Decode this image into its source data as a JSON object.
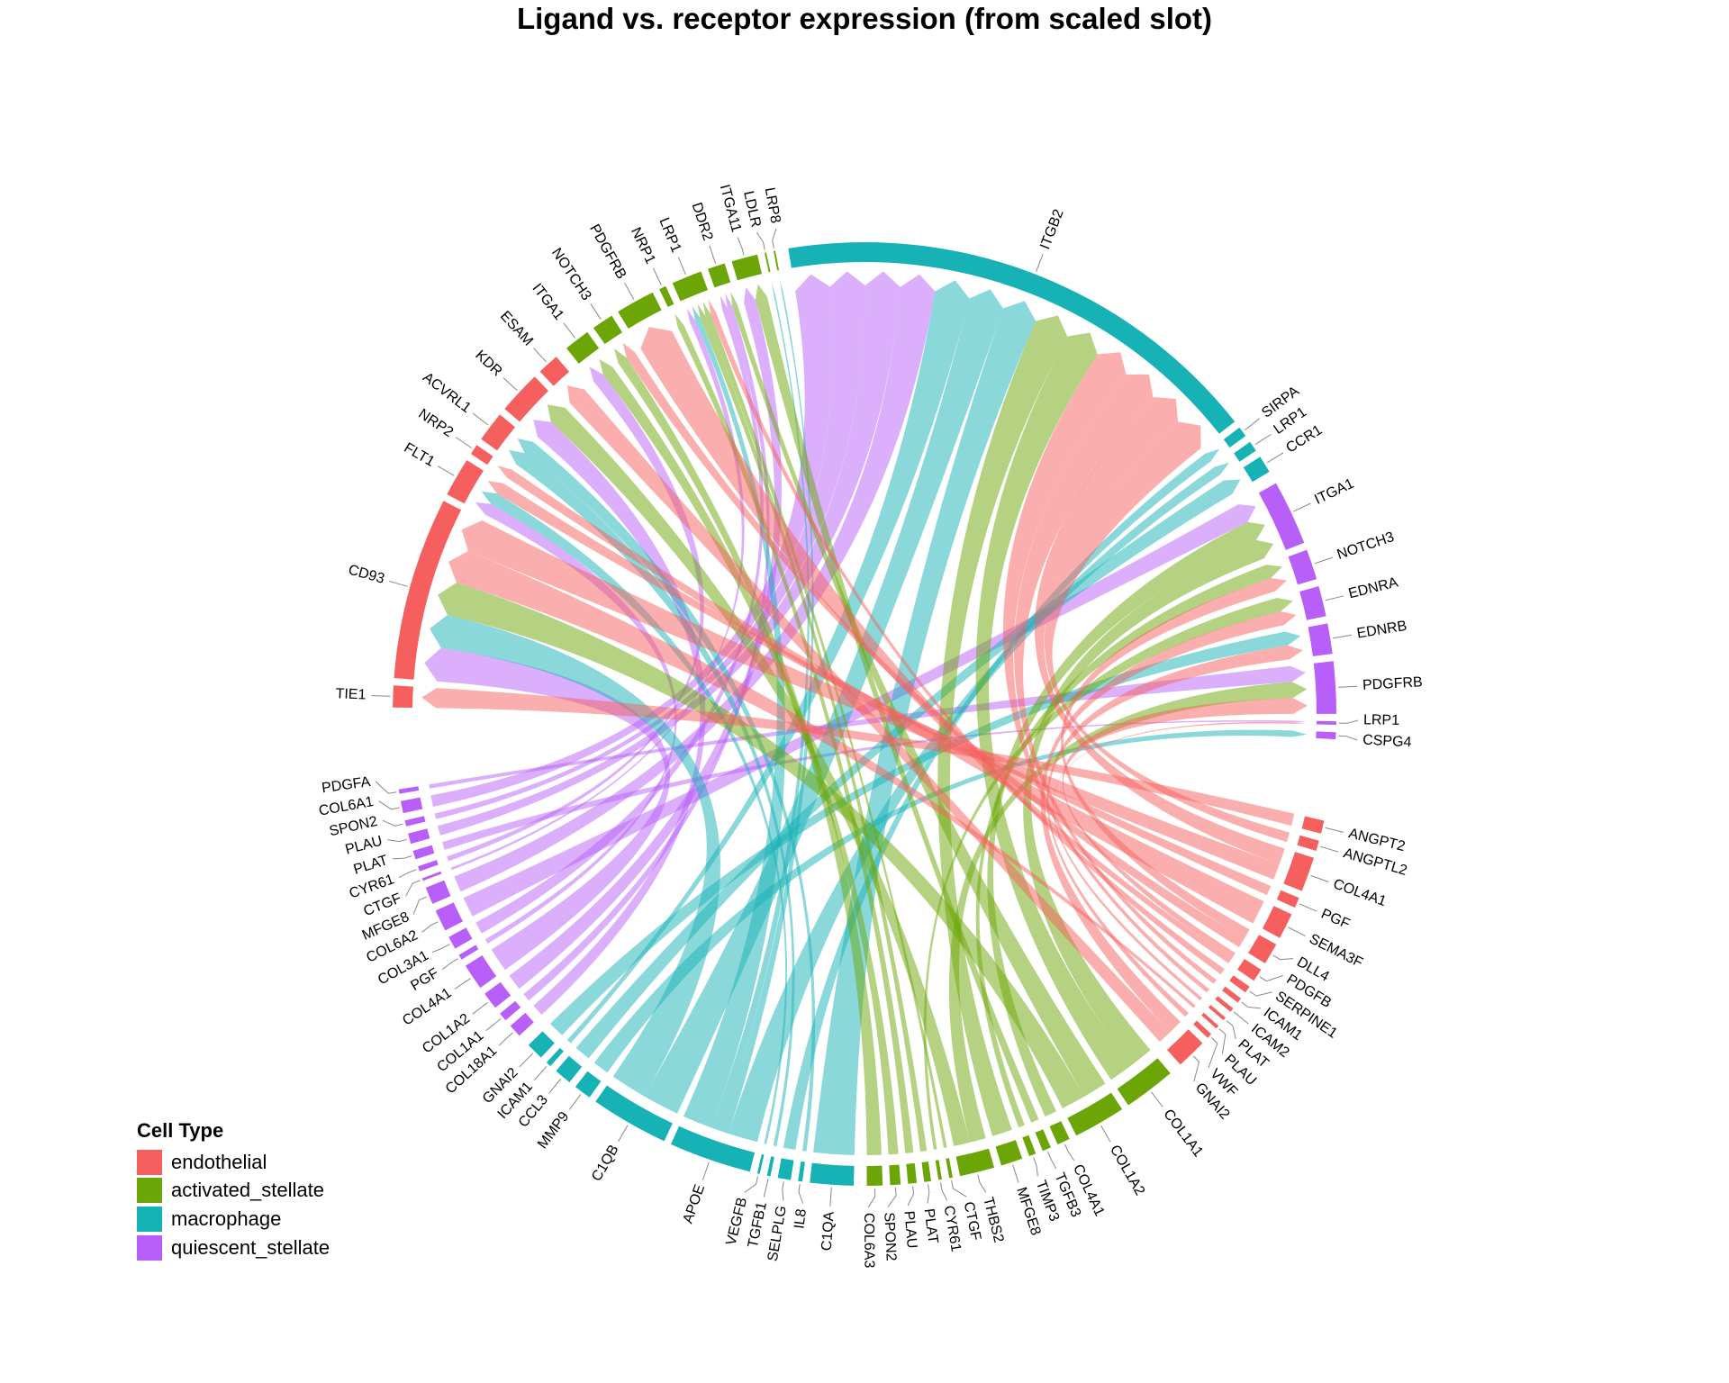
{
  "chart_data": {
    "type": "chord",
    "title": "Ligand vs. receptor expression (from scaled slot)",
    "legend": {
      "title": "Cell Type",
      "placement": "bottom-left",
      "items": [
        {
          "label": "endothelial",
          "color": "#F5605E"
        },
        {
          "label": "activated_stellate",
          "color": "#6BA606"
        },
        {
          "label": "macrophage",
          "color": "#17B2B6"
        },
        {
          "label": "quiescent_stellate",
          "color": "#B85FF9"
        }
      ]
    },
    "sectors": [
      {
        "label": "ITGB2",
        "cell_type": "macrophage",
        "role": "receptor",
        "value": 57
      },
      {
        "label": "SIRPA",
        "cell_type": "macrophage",
        "role": "receptor",
        "value": 1.2
      },
      {
        "label": "LRP1",
        "cell_type": "macrophage",
        "role": "receptor",
        "value": 1.2
      },
      {
        "label": "CCR1",
        "cell_type": "macrophage",
        "role": "receptor",
        "value": 2
      },
      {
        "label": "ITGA1",
        "cell_type": "quiescent_stellate",
        "role": "receptor",
        "value": 7.5
      },
      {
        "label": "NOTCH3",
        "cell_type": "quiescent_stellate",
        "role": "receptor",
        "value": 3.5
      },
      {
        "label": "EDNRA",
        "cell_type": "quiescent_stellate",
        "role": "receptor",
        "value": 3.5
      },
      {
        "label": "EDNRB",
        "cell_type": "quiescent_stellate",
        "role": "receptor",
        "value": 3.5
      },
      {
        "label": "PDGFRB",
        "cell_type": "quiescent_stellate",
        "role": "receptor",
        "value": 6
      },
      {
        "label": "LRP1",
        "cell_type": "quiescent_stellate",
        "role": "receptor",
        "value": 0.4
      },
      {
        "label": "CSPG4",
        "cell_type": "quiescent_stellate",
        "role": "receptor",
        "value": 0.8
      },
      {
        "label": "ANGPT2",
        "cell_type": "endothelial",
        "role": "ligand",
        "value": 1.5
      },
      {
        "label": "ANGPTL2",
        "cell_type": "endothelial",
        "role": "ligand",
        "value": 1.2
      },
      {
        "label": "COL4A1",
        "cell_type": "endothelial",
        "role": "ligand",
        "value": 4
      },
      {
        "label": "PGF",
        "cell_type": "endothelial",
        "role": "ligand",
        "value": 1.2
      },
      {
        "label": "SEMA3F",
        "cell_type": "endothelial",
        "role": "ligand",
        "value": 3
      },
      {
        "label": "DLL4",
        "cell_type": "endothelial",
        "role": "ligand",
        "value": 2.5
      },
      {
        "label": "PDGFB",
        "cell_type": "endothelial",
        "role": "ligand",
        "value": 1.5
      },
      {
        "label": "SERPINE1",
        "cell_type": "endothelial",
        "role": "ligand",
        "value": 0.8
      },
      {
        "label": "ICAM1",
        "cell_type": "endothelial",
        "role": "ligand",
        "value": 0.6
      },
      {
        "label": "ICAM2",
        "cell_type": "endothelial",
        "role": "ligand",
        "value": 0.5
      },
      {
        "label": "PLAT",
        "cell_type": "endothelial",
        "role": "ligand",
        "value": 0.4
      },
      {
        "label": "PLAU",
        "cell_type": "endothelial",
        "role": "ligand",
        "value": 0.4
      },
      {
        "label": "VWF",
        "cell_type": "endothelial",
        "role": "ligand",
        "value": 0.6
      },
      {
        "label": "GNAI2",
        "cell_type": "endothelial",
        "role": "ligand",
        "value": 3.5
      },
      {
        "label": "COL1A1",
        "cell_type": "activated_stellate",
        "role": "ligand",
        "value": 6
      },
      {
        "label": "COL1A2",
        "cell_type": "activated_stellate",
        "role": "ligand",
        "value": 6
      },
      {
        "label": "COL4A1",
        "cell_type": "activated_stellate",
        "role": "ligand",
        "value": 1.5
      },
      {
        "label": "TGFB3",
        "cell_type": "activated_stellate",
        "role": "ligand",
        "value": 1
      },
      {
        "label": "TIMP3",
        "cell_type": "activated_stellate",
        "role": "ligand",
        "value": 0.8
      },
      {
        "label": "MFGE8",
        "cell_type": "activated_stellate",
        "role": "ligand",
        "value": 2.5
      },
      {
        "label": "THBS2",
        "cell_type": "activated_stellate",
        "role": "ligand",
        "value": 4
      },
      {
        "label": "CTGF",
        "cell_type": "activated_stellate",
        "role": "ligand",
        "value": 0.4
      },
      {
        "label": "CYR61",
        "cell_type": "activated_stellate",
        "role": "ligand",
        "value": 0.4
      },
      {
        "label": "PLAT",
        "cell_type": "activated_stellate",
        "role": "ligand",
        "value": 0.8
      },
      {
        "label": "PLAU",
        "cell_type": "activated_stellate",
        "role": "ligand",
        "value": 1
      },
      {
        "label": "SPON2",
        "cell_type": "activated_stellate",
        "role": "ligand",
        "value": 1.2
      },
      {
        "label": "COL6A3",
        "cell_type": "activated_stellate",
        "role": "ligand",
        "value": 1.8
      },
      {
        "label": "C1QA",
        "cell_type": "macrophage",
        "role": "ligand",
        "value": 5
      },
      {
        "label": "IL8",
        "cell_type": "macrophage",
        "role": "ligand",
        "value": 0.5
      },
      {
        "label": "SELPLG",
        "cell_type": "macrophage",
        "role": "ligand",
        "value": 1.5
      },
      {
        "label": "TGFB1",
        "cell_type": "macrophage",
        "role": "ligand",
        "value": 0.4
      },
      {
        "label": "VEGFB",
        "cell_type": "macrophage",
        "role": "ligand",
        "value": 0.3
      },
      {
        "label": "APOE",
        "cell_type": "macrophage",
        "role": "ligand",
        "value": 9.5
      },
      {
        "label": "C1QB",
        "cell_type": "macrophage",
        "role": "ligand",
        "value": 9
      },
      {
        "label": "MMP9",
        "cell_type": "macrophage",
        "role": "ligand",
        "value": 2
      },
      {
        "label": "CCL3",
        "cell_type": "macrophage",
        "role": "ligand",
        "value": 2
      },
      {
        "label": "ICAM1",
        "cell_type": "macrophage",
        "role": "ligand",
        "value": 0.6
      },
      {
        "label": "GNAI2",
        "cell_type": "macrophage",
        "role": "ligand",
        "value": 2
      },
      {
        "label": "COL18A1",
        "cell_type": "quiescent_stellate",
        "role": "ligand",
        "value": 1.5
      },
      {
        "label": "COL1A1",
        "cell_type": "quiescent_stellate",
        "role": "ligand",
        "value": 1
      },
      {
        "label": "COL1A2",
        "cell_type": "quiescent_stellate",
        "role": "ligand",
        "value": 2
      },
      {
        "label": "COL4A1",
        "cell_type": "quiescent_stellate",
        "role": "ligand",
        "value": 3
      },
      {
        "label": "PGF",
        "cell_type": "quiescent_stellate",
        "role": "ligand",
        "value": 0.6
      },
      {
        "label": "COL3A1",
        "cell_type": "quiescent_stellate",
        "role": "ligand",
        "value": 1.5
      },
      {
        "label": "COL6A2",
        "cell_type": "quiescent_stellate",
        "role": "ligand",
        "value": 2.5
      },
      {
        "label": "MFGE8",
        "cell_type": "quiescent_stellate",
        "role": "ligand",
        "value": 2
      },
      {
        "label": "CTGF",
        "cell_type": "quiescent_stellate",
        "role": "ligand",
        "value": 0.3
      },
      {
        "label": "CYR61",
        "cell_type": "quiescent_stellate",
        "role": "ligand",
        "value": 0.6
      },
      {
        "label": "PLAT",
        "cell_type": "quiescent_stellate",
        "role": "ligand",
        "value": 1
      },
      {
        "label": "PLAU",
        "cell_type": "quiescent_stellate",
        "role": "ligand",
        "value": 1.2
      },
      {
        "label": "SPON2",
        "cell_type": "quiescent_stellate",
        "role": "ligand",
        "value": 0.7
      },
      {
        "label": "COL6A1",
        "cell_type": "quiescent_stellate",
        "role": "ligand",
        "value": 1.4
      },
      {
        "label": "PDGFA",
        "cell_type": "quiescent_stellate",
        "role": "ligand",
        "value": 0.5
      },
      {
        "label": "TIE1",
        "cell_type": "endothelial",
        "role": "receptor",
        "value": 2.5
      },
      {
        "label": "CD93",
        "cell_type": "endothelial",
        "role": "receptor",
        "value": 21
      },
      {
        "label": "FLT1",
        "cell_type": "endothelial",
        "role": "receptor",
        "value": 4.5
      },
      {
        "label": "NRP2",
        "cell_type": "endothelial",
        "role": "receptor",
        "value": 1.2
      },
      {
        "label": "ACVRL1",
        "cell_type": "endothelial",
        "role": "receptor",
        "value": 3.5
      },
      {
        "label": "KDR",
        "cell_type": "endothelial",
        "role": "receptor",
        "value": 5
      },
      {
        "label": "ESAM",
        "cell_type": "endothelial",
        "role": "receptor",
        "value": 2.5
      },
      {
        "label": "ITGA1",
        "cell_type": "activated_stellate",
        "role": "receptor",
        "value": 3
      },
      {
        "label": "NOTCH3",
        "cell_type": "activated_stellate",
        "role": "receptor",
        "value": 2.5
      },
      {
        "label": "PDGFRB",
        "cell_type": "activated_stellate",
        "role": "receptor",
        "value": 4.5
      },
      {
        "label": "NRP1",
        "cell_type": "activated_stellate",
        "role": "receptor",
        "value": 0.8
      },
      {
        "label": "LRP1",
        "cell_type": "activated_stellate",
        "role": "receptor",
        "value": 3.5
      },
      {
        "label": "DDR2",
        "cell_type": "activated_stellate",
        "role": "receptor",
        "value": 2
      },
      {
        "label": "ITGA11",
        "cell_type": "activated_stellate",
        "role": "receptor",
        "value": 3
      },
      {
        "label": "LDLR",
        "cell_type": "activated_stellate",
        "role": "receptor",
        "value": 0.2
      },
      {
        "label": "LRP8",
        "cell_type": "activated_stellate",
        "role": "receptor",
        "value": 0.2
      }
    ],
    "links": [
      [
        "PDGFA",
        "quiescent_stellate",
        "PDGFRB",
        "quiescent_stellate",
        1
      ],
      [
        "COL6A1",
        "quiescent_stellate",
        "ITGB2",
        "macrophage",
        1
      ],
      [
        "SPON2",
        "quiescent_stellate",
        "ITGB2",
        "macrophage",
        1
      ],
      [
        "PLAU",
        "quiescent_stellate",
        "ITGB2",
        "macrophage",
        1
      ],
      [
        "PLAT",
        "quiescent_stellate",
        "LRP1",
        "quiescent_stellate",
        1
      ],
      [
        "CYR61",
        "quiescent_stellate",
        "ITGA1",
        "activated_stellate",
        1
      ],
      [
        "CTGF",
        "quiescent_stellate",
        "LRP1",
        "activated_stellate",
        1
      ],
      [
        "MFGE8",
        "quiescent_stellate",
        "ITGB2",
        "macrophage",
        1
      ],
      [
        "COL6A2",
        "quiescent_stellate",
        "ITGA1",
        "quiescent_stellate",
        1
      ],
      [
        "COL3A1",
        "quiescent_stellate",
        "DDR2",
        "activated_stellate",
        1
      ],
      [
        "PGF",
        "quiescent_stellate",
        "FLT1",
        "endothelial",
        1
      ],
      [
        "COL4A1",
        "quiescent_stellate",
        "CD93",
        "endothelial",
        1
      ],
      [
        "COL1A2",
        "quiescent_stellate",
        "ITGA11",
        "activated_stellate",
        1
      ],
      [
        "COL1A1",
        "quiescent_stellate",
        "DDR2",
        "activated_stellate",
        1
      ],
      [
        "COL18A1",
        "quiescent_stellate",
        "KDR",
        "endothelial",
        1
      ],
      [
        "GNAI2",
        "macrophage",
        "EDNRB",
        "quiescent_stellate",
        1
      ],
      [
        "ICAM1",
        "macrophage",
        "ITGB2",
        "macrophage",
        1
      ],
      [
        "CCL3",
        "macrophage",
        "CCR1",
        "macrophage",
        1
      ],
      [
        "MMP9",
        "macrophage",
        "CSPG4",
        "quiescent_stellate",
        1
      ],
      [
        "C1QB",
        "macrophage",
        "CD93",
        "endothelial",
        1
      ],
      [
        "C1QB",
        "macrophage",
        "ITGB2",
        "macrophage",
        1
      ],
      [
        "APOE",
        "macrophage",
        "LRP1",
        "activated_stellate",
        1
      ],
      [
        "APOE",
        "macrophage",
        "LRP1",
        "macrophage",
        1
      ],
      [
        "APOE",
        "macrophage",
        "LDLR",
        "activated_stellate",
        0.3
      ],
      [
        "APOE",
        "macrophage",
        "LRP8",
        "activated_stellate",
        0.3
      ],
      [
        "C1QA",
        "macrophage",
        "ITGB2",
        "macrophage",
        1
      ],
      [
        "IL8",
        "macrophage",
        "ACVRL1",
        "endothelial",
        1
      ],
      [
        "SELPLG",
        "macrophage",
        "SIRPA",
        "macrophage",
        1
      ],
      [
        "TGFB1",
        "macrophage",
        "ACVRL1",
        "endothelial",
        1
      ],
      [
        "VEGFB",
        "macrophage",
        "FLT1",
        "endothelial",
        1
      ],
      [
        "COL1A1",
        "activated_stellate",
        "ITGB2",
        "macrophage",
        1
      ],
      [
        "COL1A1",
        "activated_stellate",
        "ITGA1",
        "quiescent_stellate",
        1
      ],
      [
        "COL1A2",
        "activated_stellate",
        "CD93",
        "endothelial",
        1
      ],
      [
        "COL1A2",
        "activated_stellate",
        "DDR2",
        "activated_stellate",
        1
      ],
      [
        "COL4A1",
        "activated_stellate",
        "ITGA1",
        "quiescent_stellate",
        1
      ],
      [
        "TGFB3",
        "activated_stellate",
        "ITGA11",
        "activated_stellate",
        1
      ],
      [
        "TIMP3",
        "activated_stellate",
        "NOTCH3",
        "quiescent_stellate",
        1
      ],
      [
        "MFGE8",
        "activated_stellate",
        "ITGB2",
        "macrophage",
        1
      ],
      [
        "THBS2",
        "activated_stellate",
        "PDGFRB",
        "quiescent_stellate",
        1
      ],
      [
        "THBS2",
        "activated_stellate",
        "KDR",
        "endothelial",
        1
      ],
      [
        "CTGF",
        "activated_stellate",
        "LRP1",
        "activated_stellate",
        1
      ],
      [
        "CYR61",
        "activated_stellate",
        "EDNRA",
        "quiescent_stellate",
        1
      ],
      [
        "PLAT",
        "activated_stellate",
        "LRP1",
        "activated_stellate",
        1
      ],
      [
        "PLAU",
        "activated_stellate",
        "NRP1",
        "activated_stellate",
        1
      ],
      [
        "SPON2",
        "activated_stellate",
        "ITGA1",
        "activated_stellate",
        1
      ],
      [
        "COL6A3",
        "activated_stellate",
        "NOTCH3",
        "activated_stellate",
        1
      ],
      [
        "ANGPT2",
        "endothelial",
        "TIE1",
        "endothelial",
        1
      ],
      [
        "ANGPTL2",
        "endothelial",
        "ITGB2",
        "macrophage",
        1
      ],
      [
        "COL4A1",
        "endothelial",
        "ITGB2",
        "macrophage",
        1
      ],
      [
        "COL4A1",
        "endothelial",
        "CD93",
        "endothelial",
        1
      ],
      [
        "PGF",
        "endothelial",
        "FLT1",
        "endothelial",
        1
      ],
      [
        "SEMA3F",
        "endothelial",
        "NRP2",
        "endothelial",
        1
      ],
      [
        "DLL4",
        "endothelial",
        "NOTCH3",
        "quiescent_stellate",
        1
      ],
      [
        "DLL4",
        "endothelial",
        "NOTCH3",
        "activated_stellate",
        1
      ],
      [
        "PDGFB",
        "endothelial",
        "PDGFRB",
        "quiescent_stellate",
        1
      ],
      [
        "PDGFB",
        "endothelial",
        "PDGFRB",
        "activated_stellate",
        1
      ],
      [
        "SERPINE1",
        "endothelial",
        "LRP1",
        "activated_stellate",
        1
      ],
      [
        "ICAM1",
        "endothelial",
        "ITGB2",
        "macrophage",
        1
      ],
      [
        "ICAM2",
        "endothelial",
        "ITGB2",
        "macrophage",
        1
      ],
      [
        "PLAT",
        "endothelial",
        "LRP1",
        "quiescent_stellate",
        1
      ],
      [
        "PLAU",
        "endothelial",
        "CD93",
        "endothelial",
        1
      ],
      [
        "VWF",
        "endothelial",
        "EDNRB",
        "quiescent_stellate",
        1
      ],
      [
        "GNAI2",
        "endothelial",
        "ESAM",
        "endothelial",
        1
      ],
      [
        "GNAI2",
        "endothelial",
        "EDNRA",
        "quiescent_stellate",
        1
      ]
    ]
  }
}
